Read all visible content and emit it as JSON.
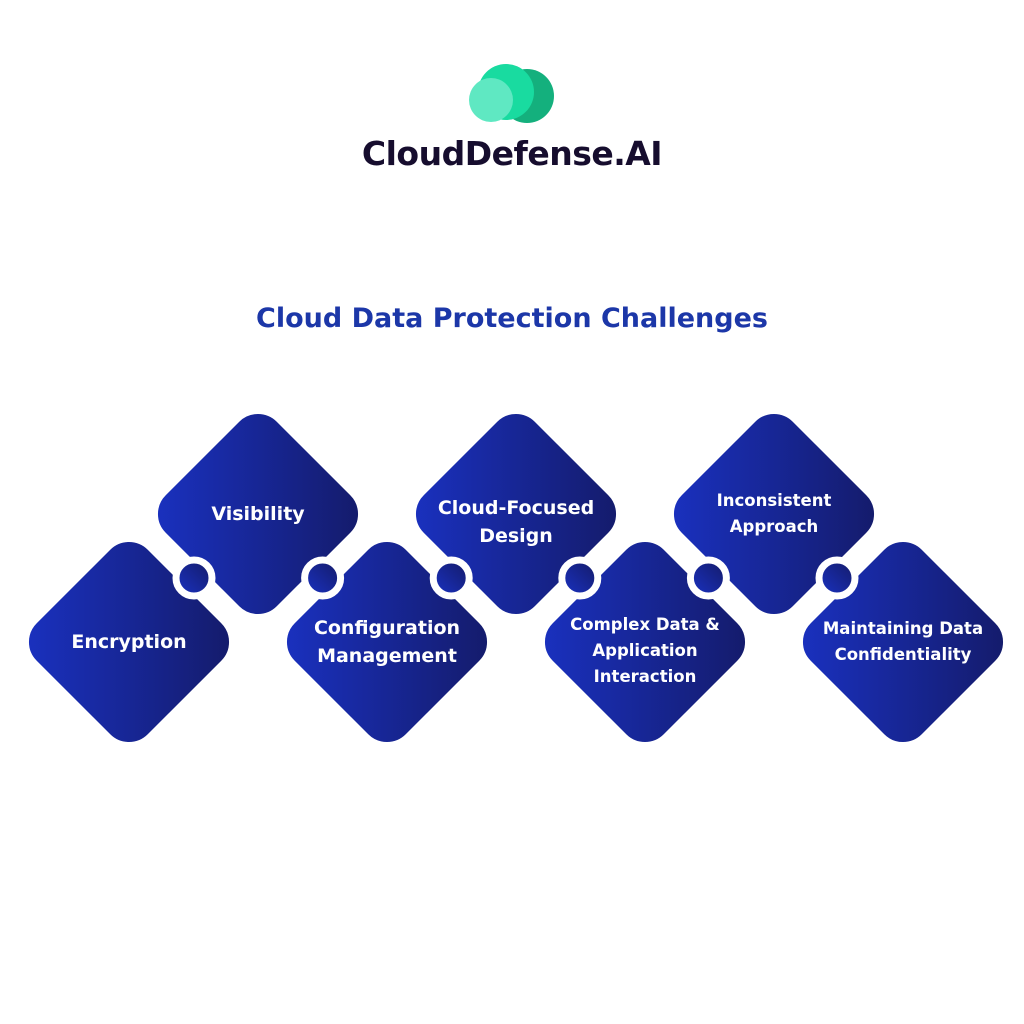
{
  "logo": {
    "brand_name": "CloudDefense.AI",
    "colors": [
      "#5fe8c2",
      "#19dba0",
      "#14b07d"
    ]
  },
  "title": "Cloud Data Protection Challenges",
  "colors": {
    "title": "#1c37a8",
    "diamond_light": "#1a32c4",
    "diamond_dark": "#141a66"
  },
  "challenges": [
    {
      "label": "Encryption",
      "row": "bottom"
    },
    {
      "label": "Visibility",
      "row": "top"
    },
    {
      "label": "Configuration Management",
      "row": "bottom"
    },
    {
      "label": "Cloud-Focused Design",
      "row": "top"
    },
    {
      "label": "Complex Data & Application Interaction",
      "row": "bottom"
    },
    {
      "label": "Inconsistent Approach",
      "row": "top"
    },
    {
      "label": "Maintaining Data Confidentiality",
      "row": "bottom"
    }
  ]
}
